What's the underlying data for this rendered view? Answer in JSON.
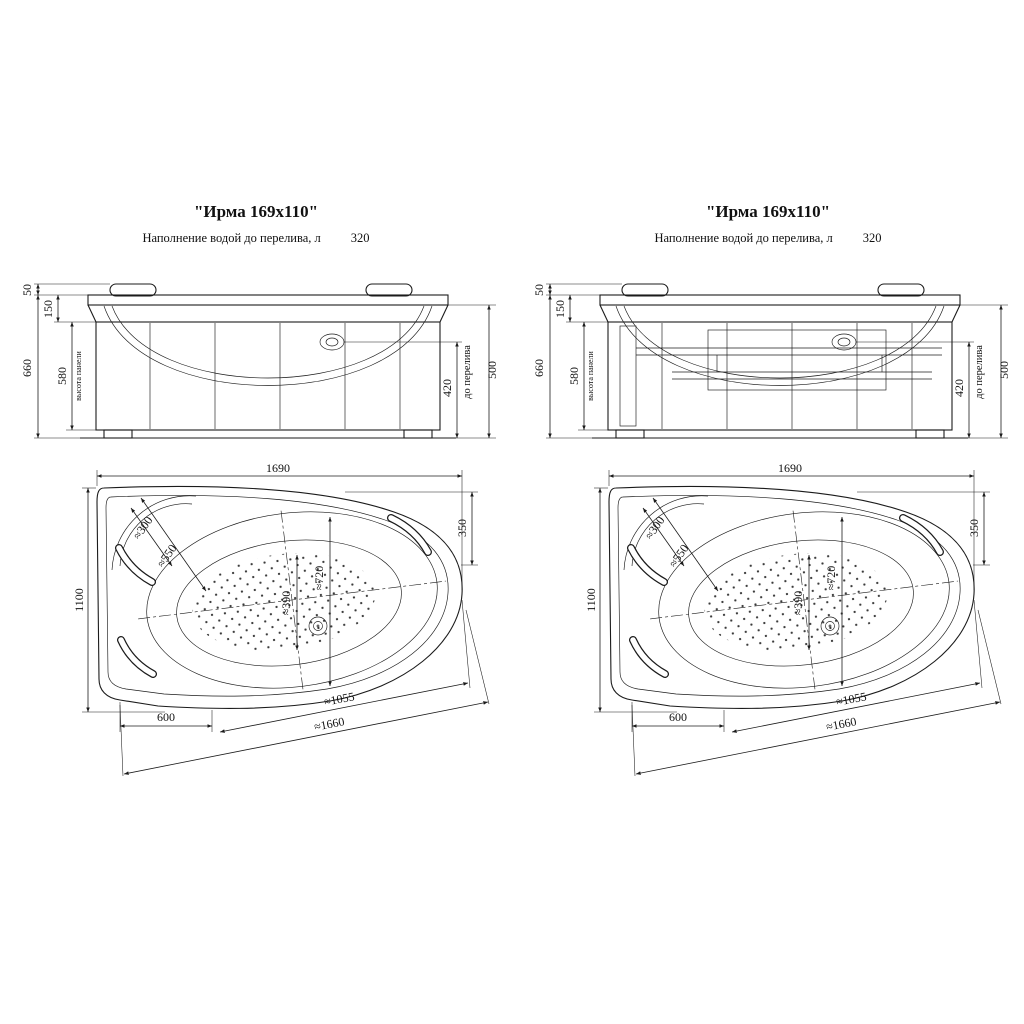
{
  "background": "#ffffff",
  "line_color": "#1b1b1b",
  "panels": [
    {
      "title": "\"Ирма 169x110\"",
      "subtitle": "Наполнение водой до перелива, л",
      "volume": "320",
      "front": {
        "h50": "50",
        "h150": "150",
        "panel_label": "высота панели",
        "h580": "580",
        "h660": "660",
        "h420": "420",
        "overflow_label": "до перелива",
        "h500": "500"
      },
      "plan": {
        "w1690": "1690",
        "w1100": "1100",
        "r300": "≈300",
        "r550": "≈550",
        "d720": "≈720",
        "d390": "≈390",
        "s350": "350",
        "c600": "600",
        "l1055": "≈1055",
        "l1660": "≈1660"
      }
    },
    {
      "title": "\"Ирма 169x110\"",
      "subtitle": "Наполнение водой до перелива, л",
      "volume": "320",
      "front": {
        "h50": "50",
        "h150": "150",
        "panel_label": "высота панели",
        "h580": "580",
        "h660": "660",
        "h420": "420",
        "overflow_label": "до перелива",
        "h500": "500"
      },
      "plan": {
        "w1690": "1690",
        "w1100": "1100",
        "r300": "≈300",
        "r550": "≈550",
        "d720": "≈720",
        "d390": "≈390",
        "s350": "350",
        "c600": "600",
        "l1055": "≈1055",
        "l1660": "≈1660"
      }
    }
  ]
}
